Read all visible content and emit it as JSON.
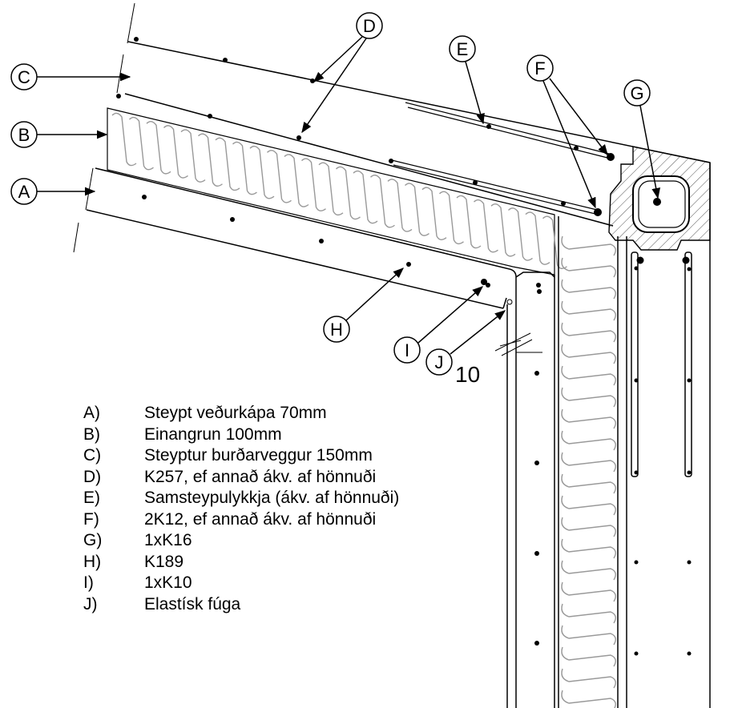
{
  "callouts": [
    "A",
    "B",
    "C",
    "D",
    "E",
    "F",
    "G",
    "H",
    "I",
    "J"
  ],
  "dimension_label": "10",
  "legend": [
    {
      "key": "A)",
      "text": "Steypt veðurkápa 70mm"
    },
    {
      "key": "B)",
      "text": "Einangrun 100mm"
    },
    {
      "key": "C)",
      "text": "Steyptur burðarveggur 150mm"
    },
    {
      "key": "D)",
      "text": "K257, ef annað ákv. af hönnuði"
    },
    {
      "key": "E)",
      "text": "Samsteypulykkja (ákv. af hönnuði)"
    },
    {
      "key": "F)",
      "text": "2K12, ef annað ákv. af hönnuði"
    },
    {
      "key": "G)",
      "text": "1xK16"
    },
    {
      "key": "H)",
      "text": "K189"
    },
    {
      "key": "I)",
      "text": "1xK10"
    },
    {
      "key": "J)",
      "text": "Elastísk fúga"
    }
  ]
}
